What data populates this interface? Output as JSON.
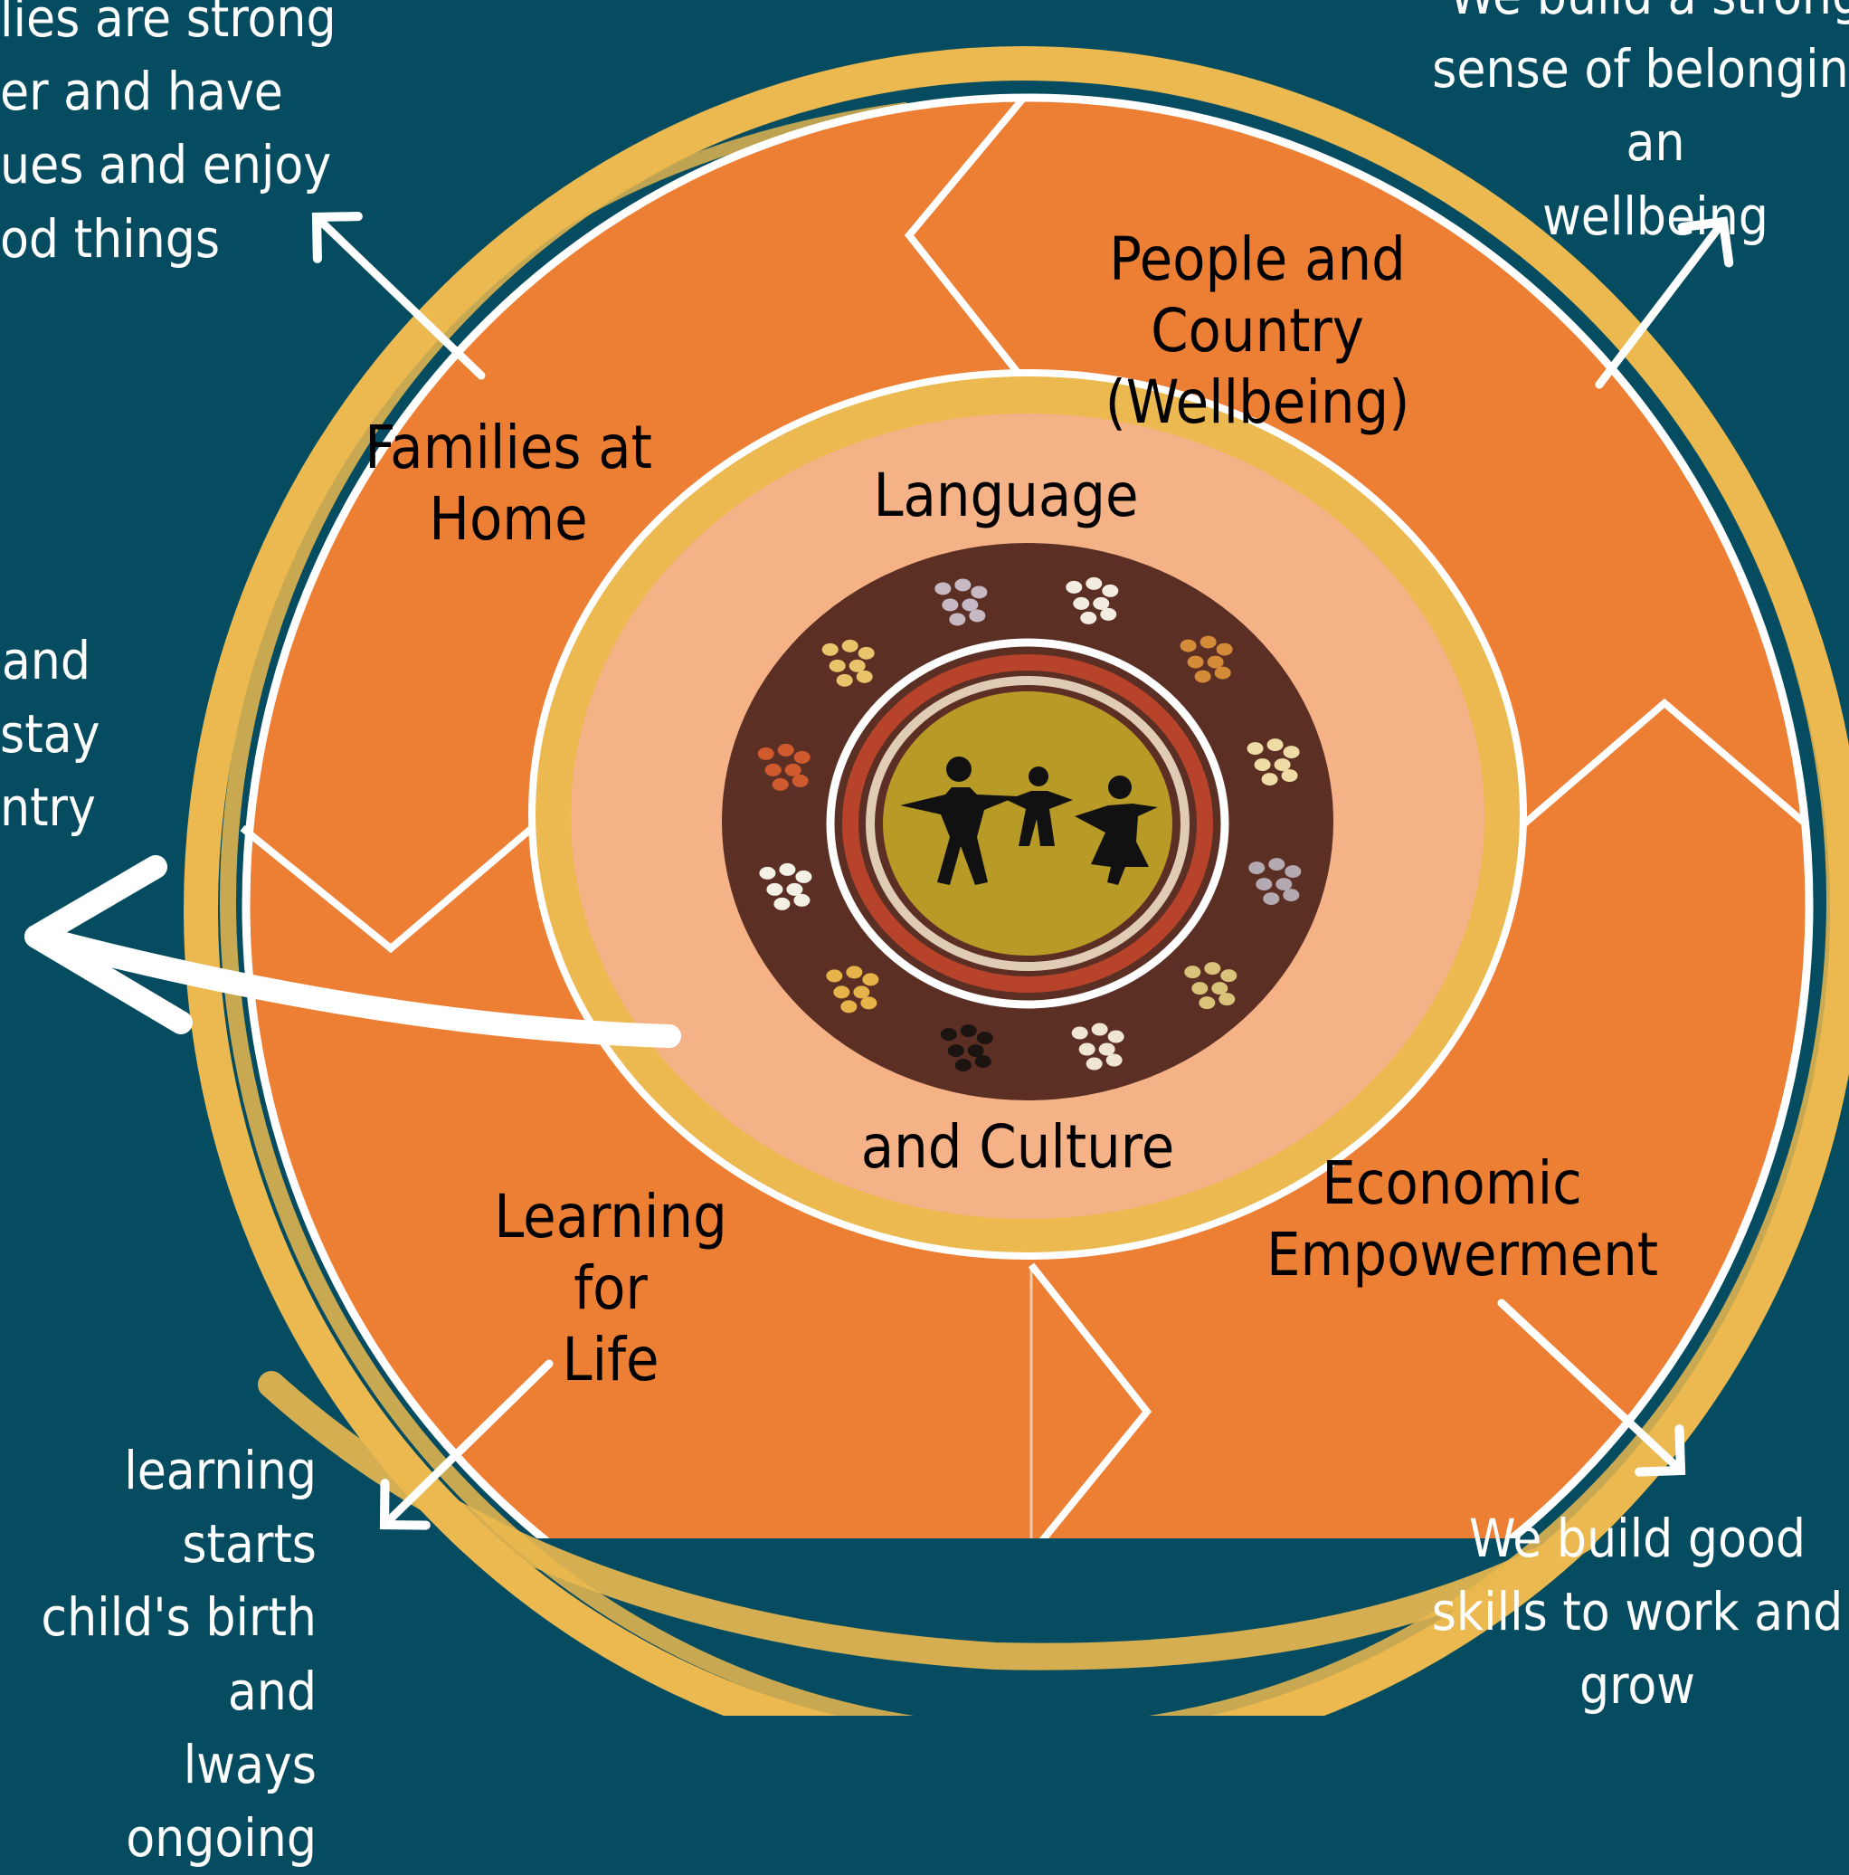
{
  "colors": {
    "background": "#064c60",
    "brush_ring": "#ebb94f",
    "outer_ring": "#ec7f34",
    "inner_ring": "#f4b286",
    "divider": "#ffffff",
    "text_dark": "#000000",
    "text_light": "#ffffff"
  },
  "segments": {
    "people_country": "People and Country\n(Wellbeing)",
    "families_home": "Families at\nHome",
    "learning_life": "Learning for\nLife",
    "economic": "Economic\nEmpowerment"
  },
  "center": {
    "top_label": "Language",
    "bottom_label": "and Culture",
    "emblem_icon": "family-figures-dot-painting-icon"
  },
  "outer_text": {
    "top_left": "lies are strong\ner and have\nues and enjoy\nod things",
    "top_right": "We build a strong\nsense of belonging an\nwellbeing",
    "middle_left": "and\nstay\nntry",
    "bottom_left": "learning starts\nchild's birth and\nlways ongoing",
    "bottom_right": "We build good\nskills to work and\ngrow"
  }
}
